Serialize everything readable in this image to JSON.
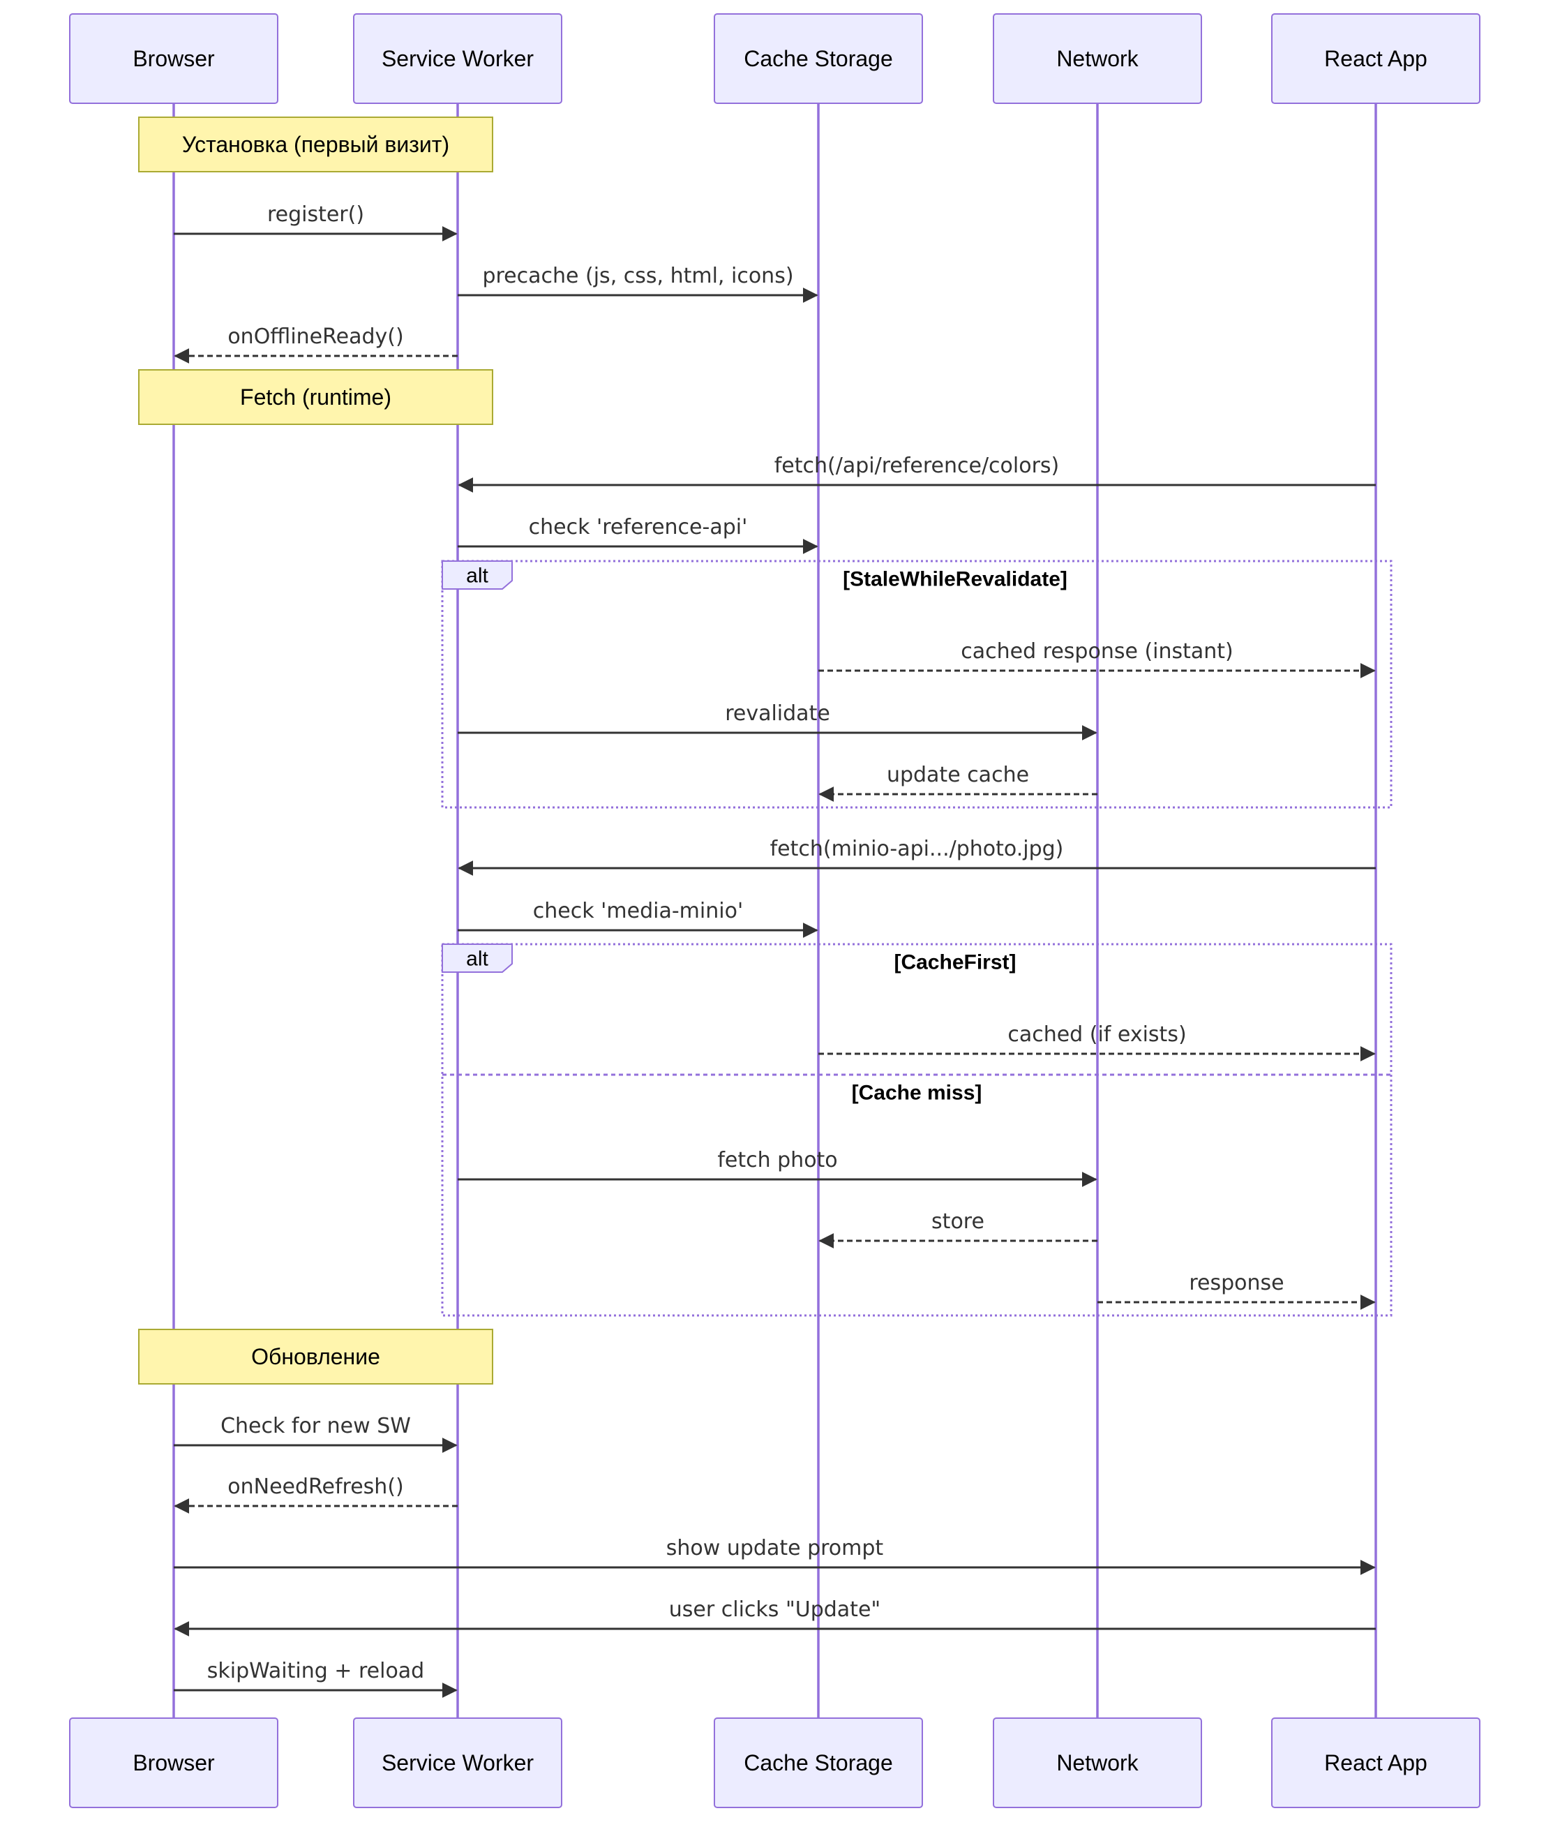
{
  "participants": [
    {
      "id": "browser",
      "label": "Browser"
    },
    {
      "id": "sw",
      "label": "Service Worker"
    },
    {
      "id": "cache",
      "label": "Cache Storage"
    },
    {
      "id": "network",
      "label": "Network"
    },
    {
      "id": "react",
      "label": "React App"
    }
  ],
  "steps": [
    {
      "kind": "note",
      "over": [
        "browser",
        "sw"
      ],
      "text": "Установка (первый визит)"
    },
    {
      "kind": "msg",
      "from": "browser",
      "to": "sw",
      "style": "solid",
      "text": "register()"
    },
    {
      "kind": "msg",
      "from": "sw",
      "to": "cache",
      "style": "solid",
      "text": "precache (js, css, html, icons)"
    },
    {
      "kind": "msg",
      "from": "sw",
      "to": "browser",
      "style": "dashed",
      "text": "onOfflineReady()"
    },
    {
      "kind": "note",
      "over": [
        "browser",
        "sw"
      ],
      "text": "Fetch (runtime)"
    },
    {
      "kind": "msg",
      "from": "react",
      "to": "sw",
      "style": "solid",
      "text": "fetch(/api/reference/colors)"
    },
    {
      "kind": "msg",
      "from": "sw",
      "to": "cache",
      "style": "solid",
      "text": "check 'reference-api'"
    },
    {
      "kind": "frame-start",
      "label": "alt",
      "condition": "[StaleWhileRevalidate]"
    },
    {
      "kind": "msg",
      "from": "cache",
      "to": "react",
      "style": "dashed",
      "text": "cached response (instant)"
    },
    {
      "kind": "msg",
      "from": "sw",
      "to": "network",
      "style": "solid",
      "text": "revalidate"
    },
    {
      "kind": "msg",
      "from": "network",
      "to": "cache",
      "style": "dashed",
      "text": "update cache"
    },
    {
      "kind": "frame-end"
    },
    {
      "kind": "msg",
      "from": "react",
      "to": "sw",
      "style": "solid",
      "text": "fetch(minio-api.../photo.jpg)"
    },
    {
      "kind": "msg",
      "from": "sw",
      "to": "cache",
      "style": "solid",
      "text": "check 'media-minio'"
    },
    {
      "kind": "frame-start",
      "label": "alt",
      "condition": "[CacheFirst]"
    },
    {
      "kind": "msg",
      "from": "cache",
      "to": "react",
      "style": "dashed",
      "text": "cached (if exists)"
    },
    {
      "kind": "frame-else",
      "condition": "[Cache miss]"
    },
    {
      "kind": "msg",
      "from": "sw",
      "to": "network",
      "style": "solid",
      "text": "fetch photo"
    },
    {
      "kind": "msg",
      "from": "network",
      "to": "cache",
      "style": "dashed",
      "text": "store"
    },
    {
      "kind": "msg",
      "from": "network",
      "to": "react",
      "style": "dashed",
      "text": "response"
    },
    {
      "kind": "frame-end"
    },
    {
      "kind": "note",
      "over": [
        "browser",
        "sw"
      ],
      "text": "Обновление"
    },
    {
      "kind": "msg",
      "from": "browser",
      "to": "sw",
      "style": "solid",
      "text": "Check for new SW"
    },
    {
      "kind": "msg",
      "from": "sw",
      "to": "browser",
      "style": "dashed",
      "text": "onNeedRefresh()"
    },
    {
      "kind": "msg",
      "from": "browser",
      "to": "react",
      "style": "solid",
      "text": "show update prompt"
    },
    {
      "kind": "msg",
      "from": "react",
      "to": "browser",
      "style": "solid",
      "text": "user clicks \"Update\""
    },
    {
      "kind": "msg",
      "from": "browser",
      "to": "sw",
      "style": "solid",
      "text": "skipWaiting + reload"
    }
  ]
}
